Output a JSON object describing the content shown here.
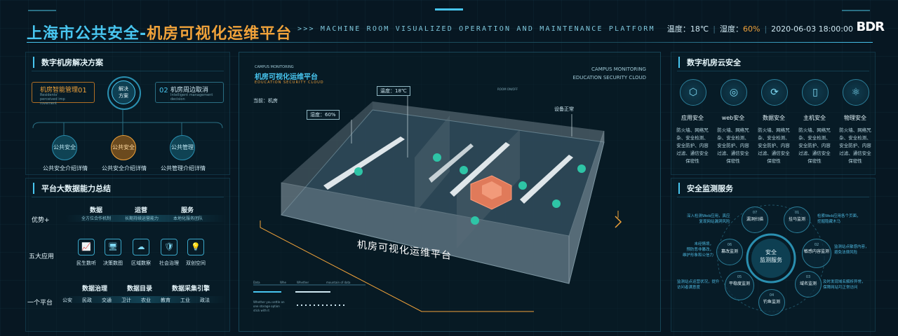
{
  "header": {
    "title_part1": "上海市公共安全-",
    "title_part2": "机房可视化运维平台",
    "subtitle": ">>> MACHINE ROOM VISUALIZED OPERATION AND MAINTENANCE PLATFORM",
    "temperature_label": "温度：",
    "temperature_value": "18℃",
    "humidity_label": "湿度：",
    "humidity_value": "60%",
    "datetime": "2020-06-03 18:00:00",
    "logo": "BDR"
  },
  "solutions": {
    "title": "数字机房解决方案",
    "left_name": "机房智能管理",
    "left_num": "01",
    "left_desc": "Residents' perceived imp rovement",
    "center_label_1": "解决",
    "center_label_2": "方案",
    "right_num": "02",
    "right_name": "机房周边取消",
    "right_desc": "Intelligent management decision",
    "items": [
      {
        "btn": "公共安全",
        "label": "公共安全介绍详情"
      },
      {
        "btn": "公共安全",
        "label": "公共安全介绍详情"
      },
      {
        "btn": "公共管理",
        "label": "公共管理介绍详情"
      }
    ]
  },
  "bigdata": {
    "title": "平台大数据能力总结",
    "row1_label": "优势+",
    "advantages": [
      {
        "head": "数据",
        "sub": "全方位合作机制"
      },
      {
        "head": "运营",
        "sub": "长期持续运营能力"
      },
      {
        "head": "服务",
        "sub": "本地化服务团队"
      }
    ],
    "row2_label": "五大应用",
    "apps": [
      {
        "icon": "📈",
        "label": "民生数听"
      },
      {
        "icon": "🖥",
        "label": "决策数图"
      },
      {
        "icon": "☁",
        "label": "区域数察"
      },
      {
        "icon": "🛡",
        "label": "社会治理"
      },
      {
        "icon": "💡",
        "label": "双创空间"
      }
    ],
    "row3_label": "一个平台",
    "platform_heads": [
      "数据治理",
      "数据目录",
      "数据采集引擎"
    ],
    "sectors": [
      "公安",
      "民政",
      "交通",
      "卫计",
      "农业",
      "教育",
      "工业",
      "政法"
    ]
  },
  "center": {
    "campus_label": "CAMPUS MONITORING",
    "panel_title": "机房可视化运维平台",
    "panel_sub": "EDUCATION SECURITY CLOUD",
    "location": "当前：机房",
    "right_campus": "CAMPUS MONITORING",
    "right_cloud": "EDUCATION SECURITY CLOUD",
    "tag_temp": "温度：18℃",
    "tag_humidity": "湿度：60%",
    "tag_device": "设备正常",
    "tag_room": "ROOM ON/OFF",
    "floor_text": "机房可视化运维平台",
    "legend_data": "Data",
    "legend_whe": "Whe",
    "legend_whether": "Whether",
    "legend_mountain": "mountain of data",
    "legend_note": "Whether you settle on one storage option stick with it"
  },
  "cloud_security": {
    "title": "数字机房云安全",
    "items": [
      {
        "icon": "⬡",
        "name": "应用安全",
        "desc": "防火墙、网络咒杂、安全检测、安全防护、内容过滤、通信安全保密性"
      },
      {
        "icon": "◎",
        "name": "web安全",
        "desc": "防火墙、网络咒杂、安全检测、安全防护、内容过滤、通信安全保密性"
      },
      {
        "icon": "⟳",
        "name": "数据安全",
        "desc": "防火墙、网络咒杂、安全检测、安全防护、内容过滤、通信安全保密性"
      },
      {
        "icon": "▯",
        "name": "主机安全",
        "desc": "防火墙、网络咒杂、安全检测、安全防护、内容过滤、通信安全保密性"
      },
      {
        "icon": "⚛",
        "name": "物理安全",
        "desc": "防火墙、网络咒杂、安全检测、安全防护、内容过滤、通信安全保密性"
      }
    ]
  },
  "monitoring": {
    "title": "安全监测服务",
    "center_1": "安全",
    "center_2": "监测服务",
    "nodes": [
      {
        "num": "07",
        "label": "漏洞扫描"
      },
      {
        "num": "01",
        "label": "挂马监测"
      },
      {
        "num": "06",
        "label": "篡改监测"
      },
      {
        "num": "02",
        "label": "敏感内容监测"
      },
      {
        "num": "05",
        "label": "平稳度监测"
      },
      {
        "num": "03",
        "label": "域名监测"
      },
      {
        "num": "04",
        "label": "钓鱼监测"
      }
    ],
    "desc_tl": [
      "深入检测Web应用，真应",
      "复现网站漏洞风险"
    ],
    "desc_tr": [
      "检索Web应用各个页面，",
      "挖掘隐藏木马"
    ],
    "desc_ml": [
      "未经情境，",
      "预防恶非篡改，",
      "维护形象和公信力"
    ],
    "desc_mr": [
      "监测站点敏感内容，",
      "避免法律风险"
    ],
    "desc_bl": [
      "监测站点运营状况，提升",
      "访问者满意度"
    ],
    "desc_br": [
      "及时发现域名解析异常，",
      "保障网站可正常访问"
    ]
  }
}
